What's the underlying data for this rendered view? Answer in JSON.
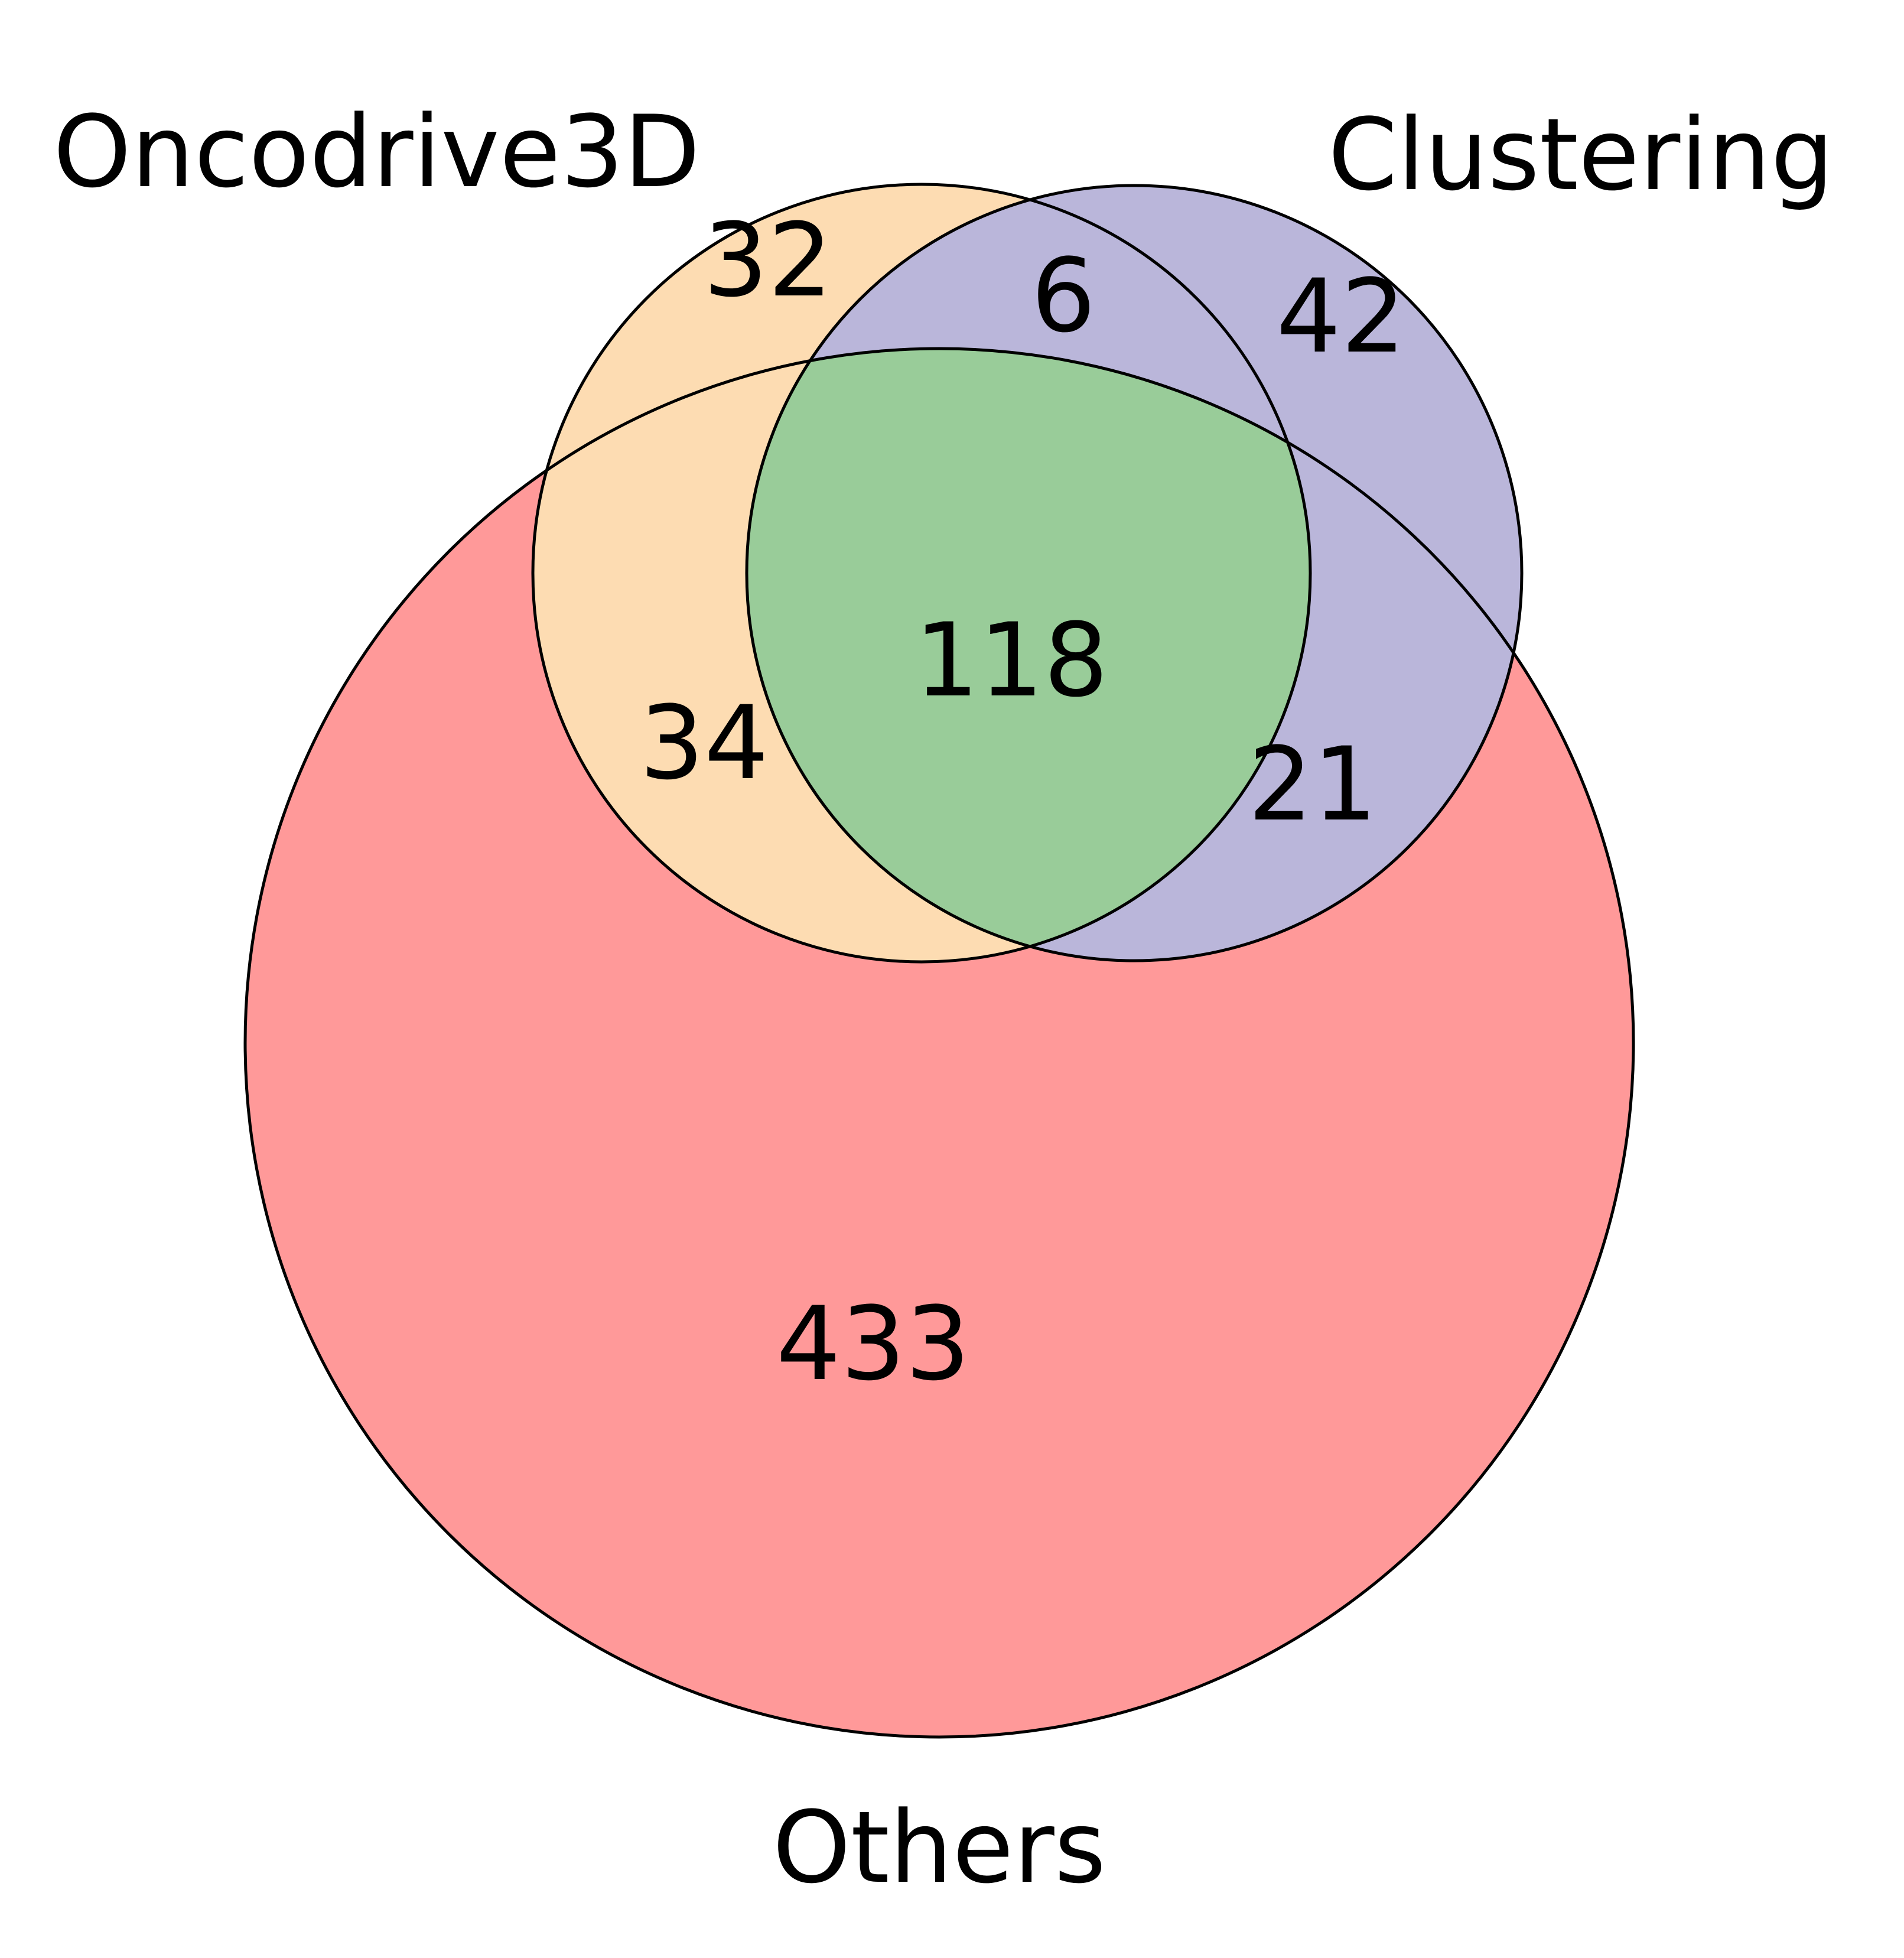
{
  "sets": {
    "oncodrive3d": {
      "label": "Oncodrive3D",
      "color": "#fddcb2"
    },
    "clustering": {
      "label": "Clustering",
      "color": "#bab6da"
    },
    "others": {
      "label": "Others",
      "color": "#ff9999"
    }
  },
  "overlap_color": "#99cc99",
  "regions": {
    "oncodrive3d_only": "32",
    "clustering_only": "42",
    "oncodrive3d_and_clustering_only": "6",
    "oncodrive3d_and_others_only": "34",
    "clustering_and_others_only": "21",
    "all_three": "118",
    "others_only": "433"
  }
}
